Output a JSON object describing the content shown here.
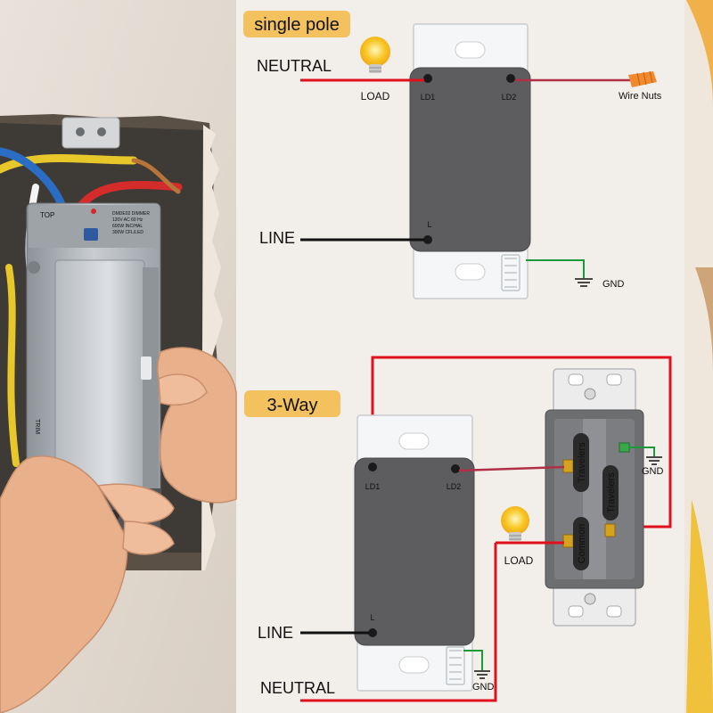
{
  "single_pole": {
    "heading": "single pole",
    "neutral": "NEUTRAL",
    "line": "LINE",
    "load": "LOAD",
    "ld1": "LD1",
    "ld2": "LD2",
    "l": "L",
    "wire_nuts": "Wire Nuts",
    "gnd": "GND"
  },
  "three_way": {
    "heading": "3-Way",
    "line": "LINE",
    "neutral": "NEUTRAL",
    "load": "LOAD",
    "ld1": "LD1",
    "ld2": "LD2",
    "l": "L",
    "gnd_switch": "GND",
    "gnd_device": "GND",
    "travelers_1": "Travelers",
    "travelers_2": "Travelers",
    "common": "Common"
  },
  "dimmer_photo": {
    "top_label": "TOP",
    "spec_line_1": "DMDE02 DIMMER",
    "spec_line_2": "120V AC 60 Hz",
    "spec_line_3": "600W INC/HAL",
    "spec_line_4": "300W CFL/LED",
    "side_label": "TRIM"
  },
  "colors": {
    "hot_wire": "#e0101c",
    "load_wire": "#b03048",
    "ground_wire": "#1b9a3a",
    "switch_body": "#5d5d5f",
    "heading_badge": "#f3c25f",
    "bulb": "#f8c623"
  }
}
